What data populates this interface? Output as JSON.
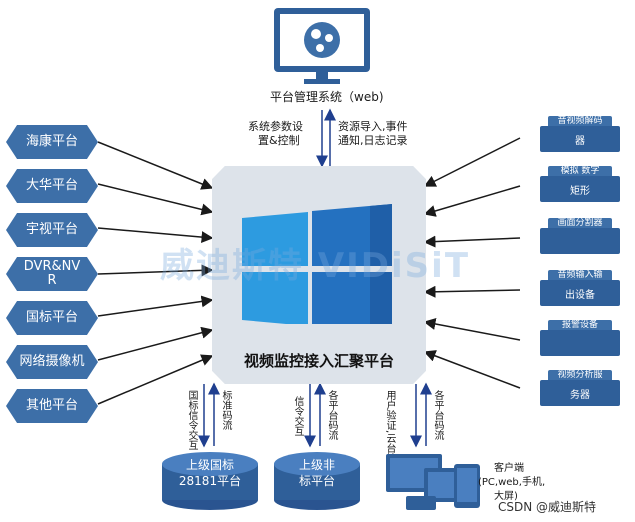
{
  "top": {
    "monitor_label": "平台管理系统（web)",
    "down_label_1": "系统参数设",
    "down_label_2": "置&控制",
    "up_label_1": "资源导入,事件",
    "up_label_2": "通知,日志记录"
  },
  "center": {
    "title": "视频监控接入汇聚平台",
    "watermark": "威迪斯特 VIDiSiT"
  },
  "left_sources": [
    {
      "label": "海康平台"
    },
    {
      "label": "大华平台"
    },
    {
      "label": "宇视平台"
    },
    {
      "label": "DVR&NVR"
    },
    {
      "label": "国标平台"
    },
    {
      "label": "网络摄像机"
    },
    {
      "label": "其他平台"
    }
  ],
  "right_devices": [
    {
      "label_top": "音视频解码",
      "label_body": "器"
    },
    {
      "label_top": "模拟  数字",
      "label_body": "矩形"
    },
    {
      "label_top": "画面分割器",
      "label_body": ""
    },
    {
      "label_top": "音频输入输",
      "label_body": "出设备"
    },
    {
      "label_top": "报警设备",
      "label_body": ""
    },
    {
      "label_top": "视频分析服",
      "label_body": "务器"
    }
  ],
  "bottom": {
    "disk1_line1": "上级国标",
    "disk1_line2": "28181平台",
    "disk1_arrow_left": "国标信令交互",
    "disk1_arrow_right": "标准码流",
    "disk2_line1": "上级非",
    "disk2_line2": "标平台",
    "disk2_arrow_left": "信令交互",
    "disk2_arrow_right": "各平台码流",
    "client_arrow_left": "用户验证,云台控制等",
    "client_arrow_right": "各平台码流",
    "client_label_1": "客户端",
    "client_label_2": "(PC,web,手机,",
    "client_label_3": "大屏)"
  },
  "footer": {
    "credit": "CSDN @威迪斯特"
  },
  "colors": {
    "primary": "#3d6fa8",
    "dark": "#2f5f99",
    "center_bg": "#dde3ea",
    "win_light": "#2d9be0",
    "win_dark": "#1f5fa8"
  }
}
